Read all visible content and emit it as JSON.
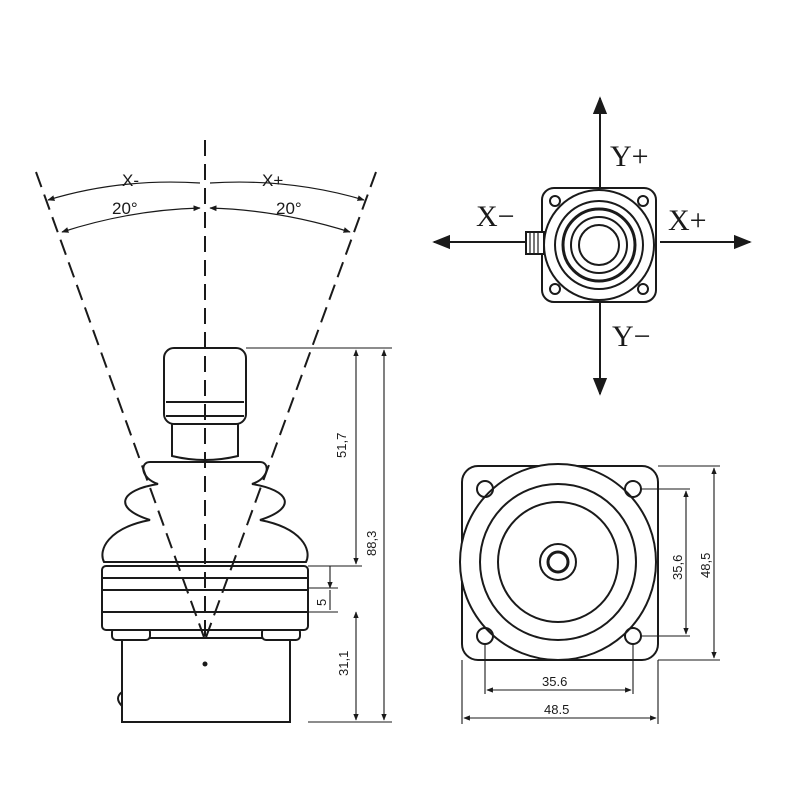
{
  "side_view": {
    "angle_left_axis": "X-",
    "angle_right_axis": "X+",
    "angle_left": "20°",
    "angle_right": "20°",
    "dim_handle": "51,7",
    "dim_total": "88,3",
    "dim_flange": "5",
    "dim_base": "31,1"
  },
  "top_view": {
    "axis_y_plus": "Y+",
    "axis_y_minus": "Y−",
    "axis_x_plus": "X+",
    "axis_x_minus": "X−"
  },
  "bottom_view": {
    "dim_hole_spacing_h": "35.6",
    "dim_width": "48.5",
    "dim_hole_spacing_v": "35,6",
    "dim_height": "48,5"
  }
}
